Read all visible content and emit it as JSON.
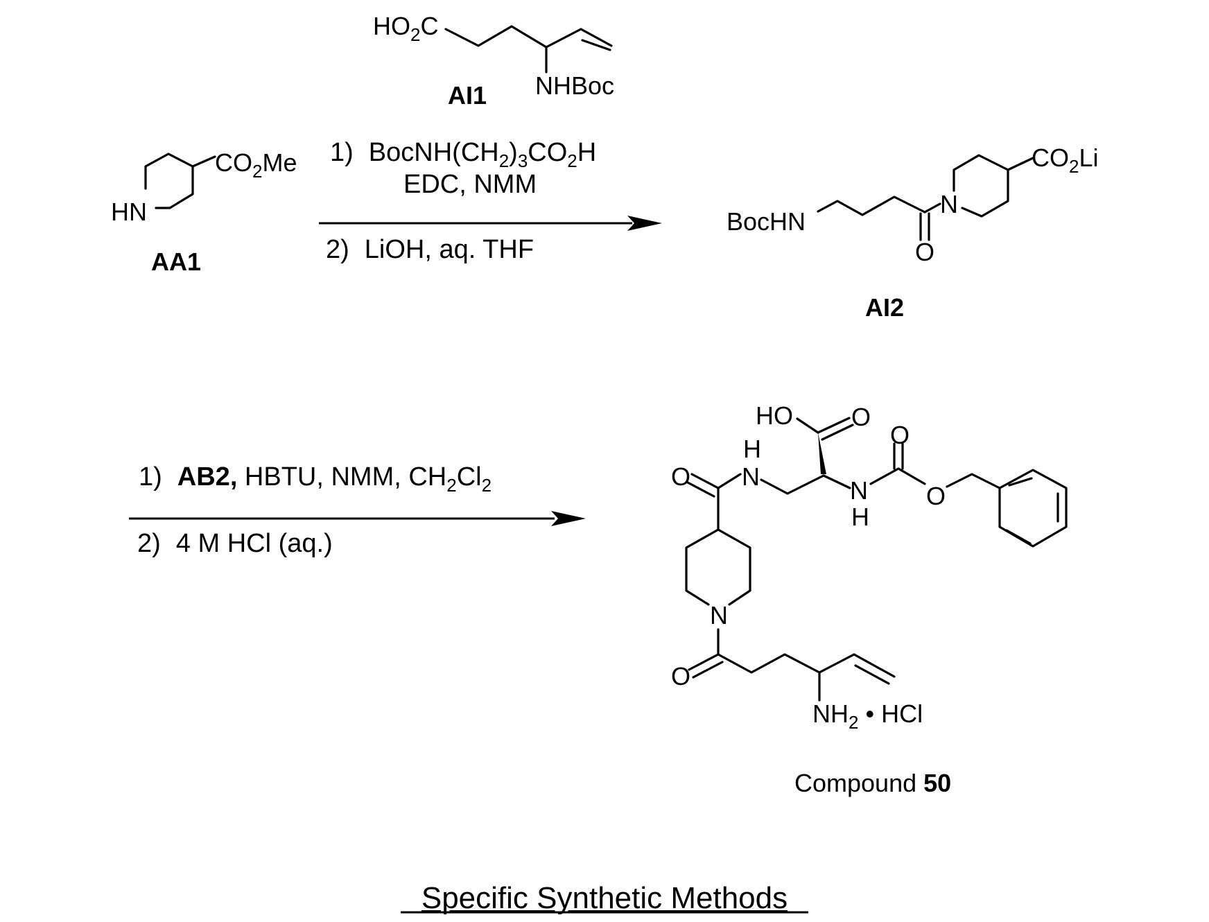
{
  "compounds": {
    "ai1": {
      "label": "AI1",
      "acid": "HO",
      "acid_sub": "2",
      "acid_c": "C",
      "amine": "NHBoc"
    },
    "aa1": {
      "label": "AA1",
      "amine": "HN",
      "ester_a": "CO",
      "ester_sub": "2",
      "ester_b": "Me"
    },
    "ai2": {
      "label": "AI2",
      "bochn": "BocHN",
      "n": "N",
      "o": "O",
      "salt_a": "CO",
      "salt_sub": "2",
      "salt_b": "Li"
    },
    "c50": {
      "label_text": "Compound ",
      "label_num": "50",
      "ho": "HO",
      "o_acid": "O",
      "h_top": "H",
      "n_top": "N",
      "n_mid": "N",
      "h_mid": "H",
      "o_carb": "O",
      "o_ester": "O",
      "o_amide": "O",
      "n_ring": "N",
      "o_lower": "O",
      "nh2_a": "NH",
      "nh2_sub": "2",
      "hcl": "• HCl"
    }
  },
  "steps": {
    "step1": {
      "r1_num": "1)",
      "r1_a": "BocNH(CH",
      "r1_s1": "2",
      "r1_b": ")",
      "r1_s2": "3",
      "r1_c": "CO",
      "r1_s3": "2",
      "r1_d": "H",
      "r1_line2": "EDC, NMM",
      "r2_num": "2)",
      "r2": "LiOH, aq. THF"
    },
    "step2": {
      "r1_num": "1)",
      "r1_bold": "AB2,",
      "r1_a": " HBTU, NMM, CH",
      "r1_s1": "2",
      "r1_b": "Cl",
      "r1_s2": "2",
      "r2_num": "2)",
      "r2": "4 M HCl (aq.)"
    }
  },
  "caption": "Specific Synthetic Methods"
}
